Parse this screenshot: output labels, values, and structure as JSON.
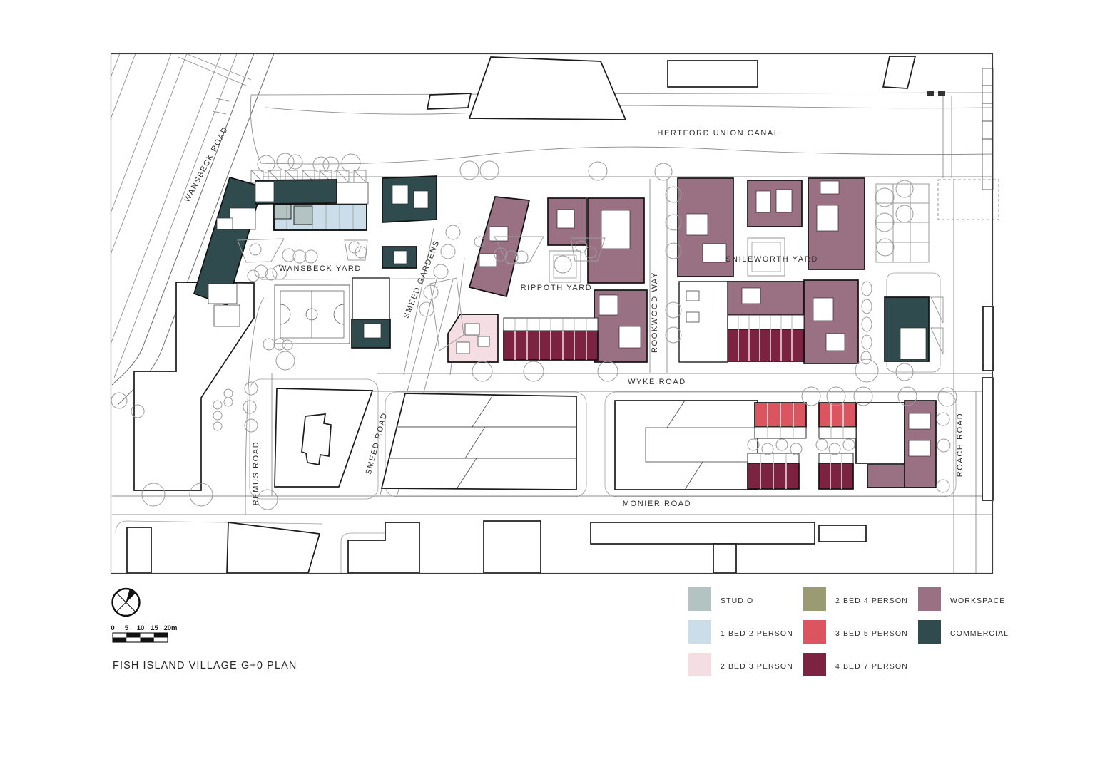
{
  "page_title": "FISH ISLAND VILLAGE G+0 PLAN",
  "plan": {
    "area_labels": [
      {
        "id": "wansbeck-road",
        "text": "WANSBECK ROAD"
      },
      {
        "id": "hertford-union-canal",
        "text": "HERTFORD UNION CANAL"
      },
      {
        "id": "wansbeck-yard",
        "text": "WANSBECK YARD"
      },
      {
        "id": "smeed-gardens",
        "text": "SMEED GARDENS"
      },
      {
        "id": "rippoth-yard",
        "text": "RIPPOTH YARD"
      },
      {
        "id": "rookwood-way",
        "text": "ROOKWOOD WAY"
      },
      {
        "id": "snileworth-yard",
        "text": "SNILEWORTH YARD"
      },
      {
        "id": "wyke-road",
        "text": "WYKE ROAD"
      },
      {
        "id": "smeed-road",
        "text": "SMEED ROAD"
      },
      {
        "id": "remus-road",
        "text": "REMUS ROAD"
      },
      {
        "id": "monier-road",
        "text": "MONIER ROAD"
      },
      {
        "id": "roach-road",
        "text": "ROACH ROAD"
      }
    ]
  },
  "legend": {
    "items": [
      {
        "label": "STUDIO",
        "color": "#b2c3c2"
      },
      {
        "label": "1 BED 2 PERSON",
        "color": "#cbdde9"
      },
      {
        "label": "2 BED 3 PERSON",
        "color": "#f4dde3"
      },
      {
        "label": "2 BED 4 PERSON",
        "color": "#9a9b72"
      },
      {
        "label": "3 BED 5 PERSON",
        "color": "#da5560"
      },
      {
        "label": "4 BED 7 PERSON",
        "color": "#7b2340"
      },
      {
        "label": "WORKSPACE",
        "color": "#9a7183"
      },
      {
        "label": "COMMERCIAL",
        "color": "#2f4b4e"
      }
    ]
  },
  "scale_bar": {
    "ticks": [
      "0",
      "5",
      "10",
      "15",
      "20m"
    ]
  },
  "colors": {
    "studio": "#b2c3c2",
    "one_bed_2p": "#cbdde9",
    "two_bed_3p": "#f4dde3",
    "two_bed_4p": "#9a9b72",
    "three_bed_5p": "#da5560",
    "four_bed_7p": "#7b2340",
    "workspace": "#9a7183",
    "commercial": "#2f4b4e"
  }
}
